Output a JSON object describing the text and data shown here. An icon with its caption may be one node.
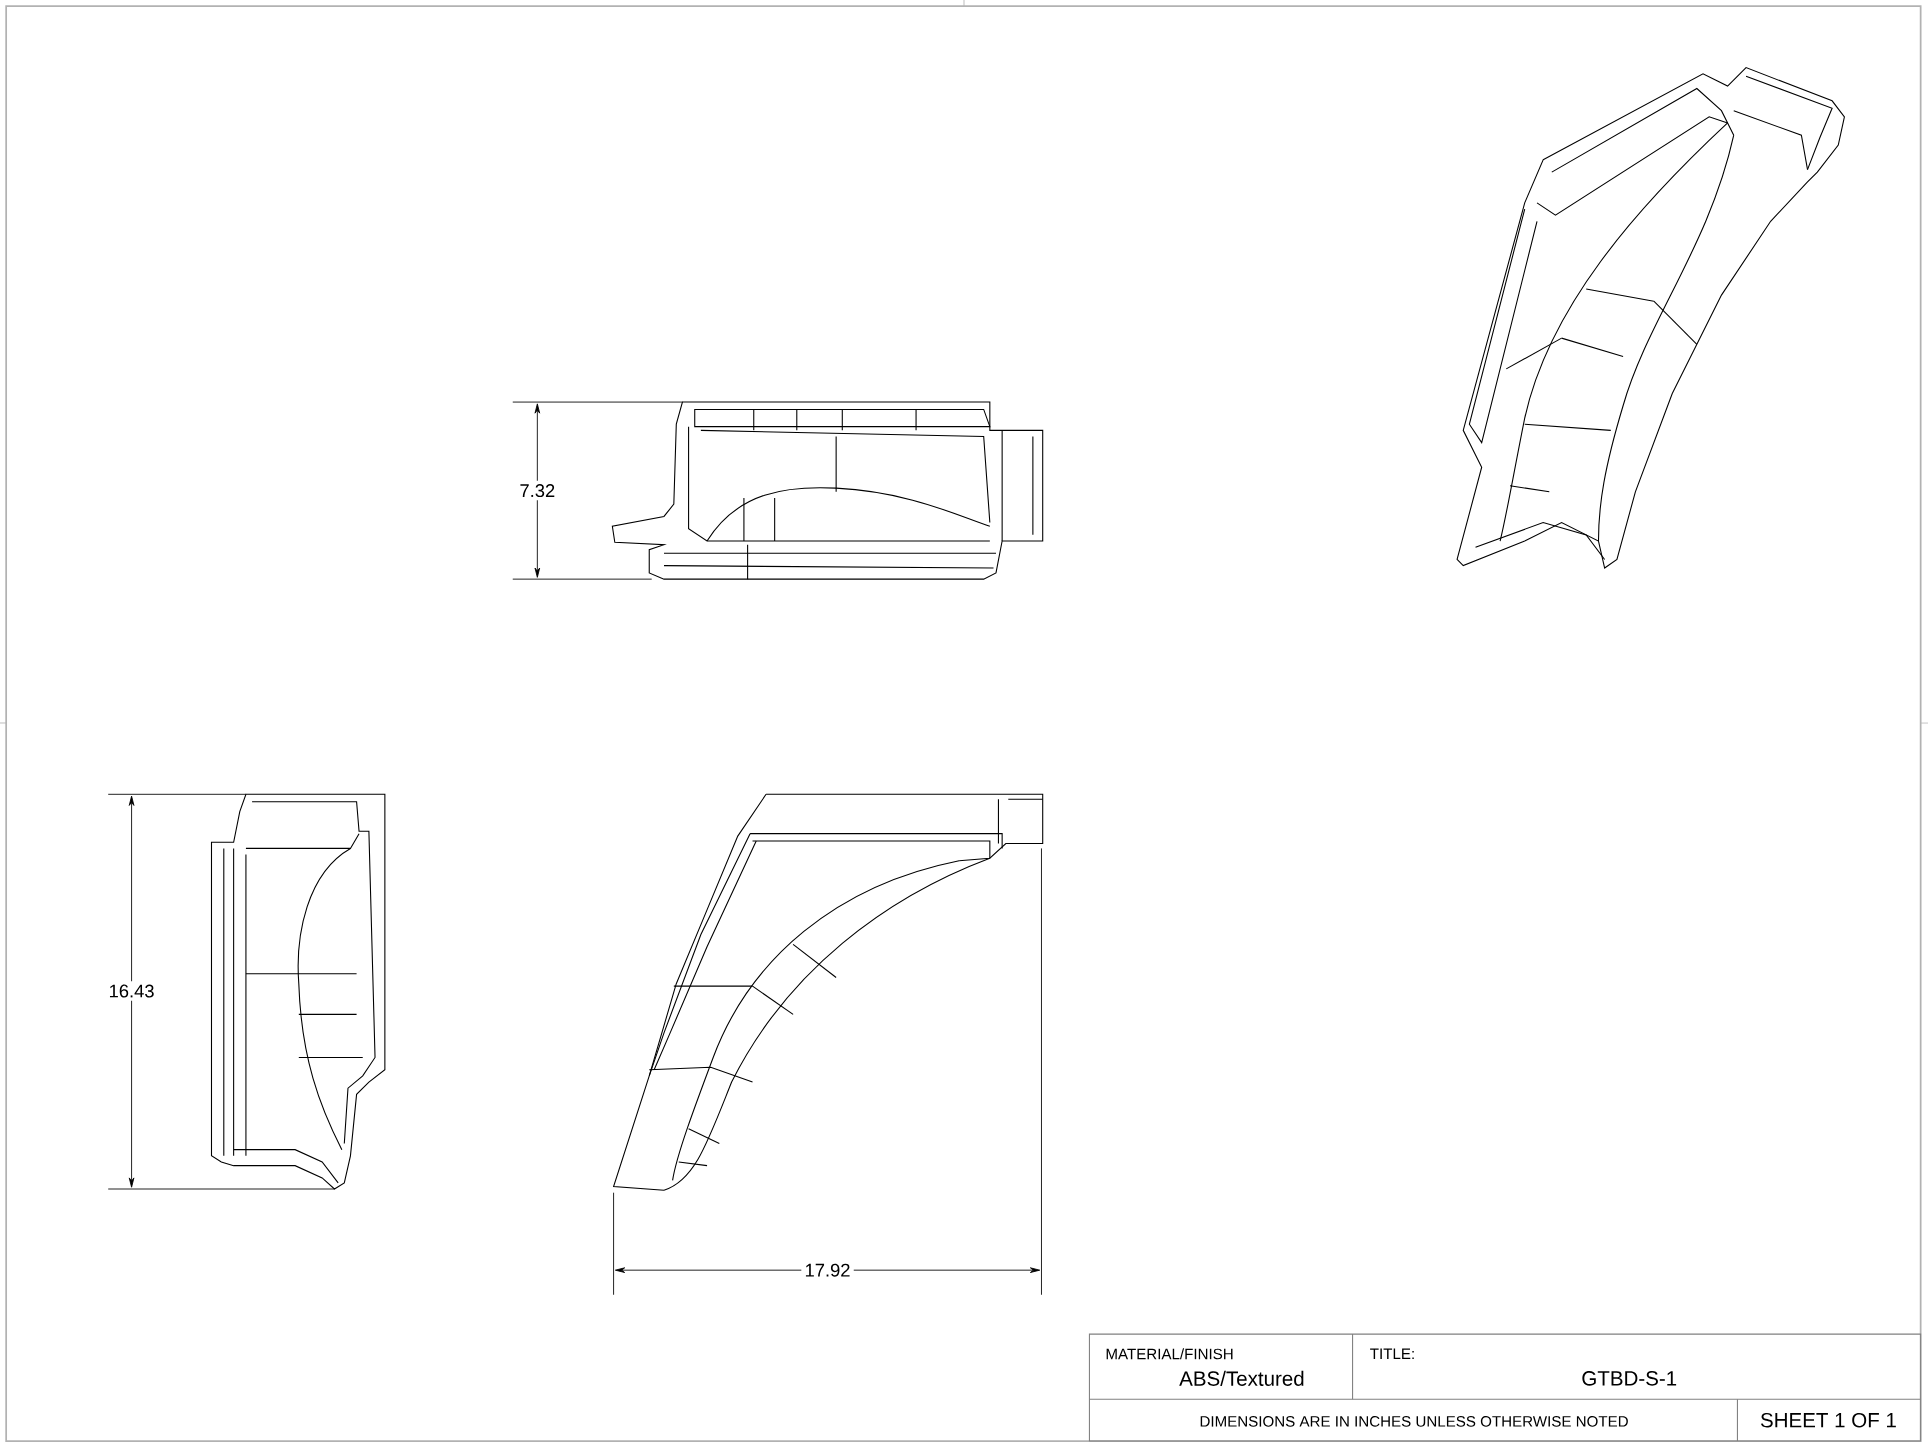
{
  "diagram": {
    "labels": [
      "7.32",
      "16.43",
      "17.92",
      "MATERIAL/FINISH",
      "ABS/Textured",
      "TITLE:",
      "GTBD-S-1",
      "DIMENSIONS ARE IN INCHES UNLESS OTHERWISE NOTED",
      "SHEET 1 OF 1"
    ]
  }
}
